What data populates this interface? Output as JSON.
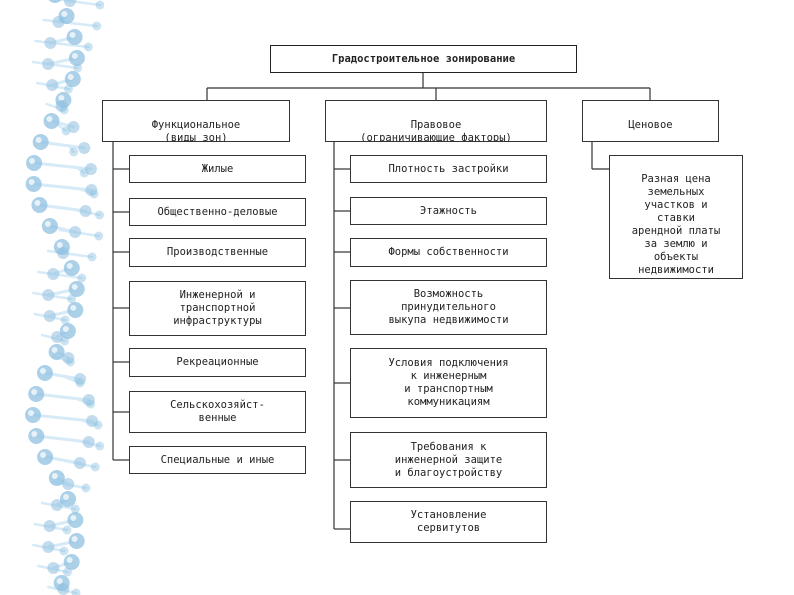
{
  "root": "Градостроительное зонирование",
  "columns": [
    {
      "header": "Функциональное\n(виды зон)",
      "items": [
        "Жилые",
        "Общественно-деловые",
        "Производственные",
        "Инженерной и\nтранспортной\nинфраструктуры",
        "Рекреационные",
        "Сельскохозяйст-\nвенные",
        "Специальные и иные"
      ]
    },
    {
      "header": "Правовое\n(ограничивающие факторы)",
      "items": [
        "Плотность застройки",
        "Этажность",
        "Формы собственности",
        "Возможность\nпринудительного\nвыкупа недвижимости",
        "Условия подключения\nк инженерным\nи транспортным\nкоммуникациям",
        "Требования к\nинженерной защите\nи благоустройству",
        "Установление\nсервитутов"
      ]
    },
    {
      "header": "Ценовое",
      "items": [
        "Разная цена\nземельных\nучастков и\nставки\nарендной платы\nза землю и\nобъекты\nнедвижимости"
      ]
    }
  ],
  "colors": {
    "line": "#333333",
    "border": "#333333",
    "dna_dark": "#8fc0e0",
    "dna_light": "#d6eaf7"
  }
}
